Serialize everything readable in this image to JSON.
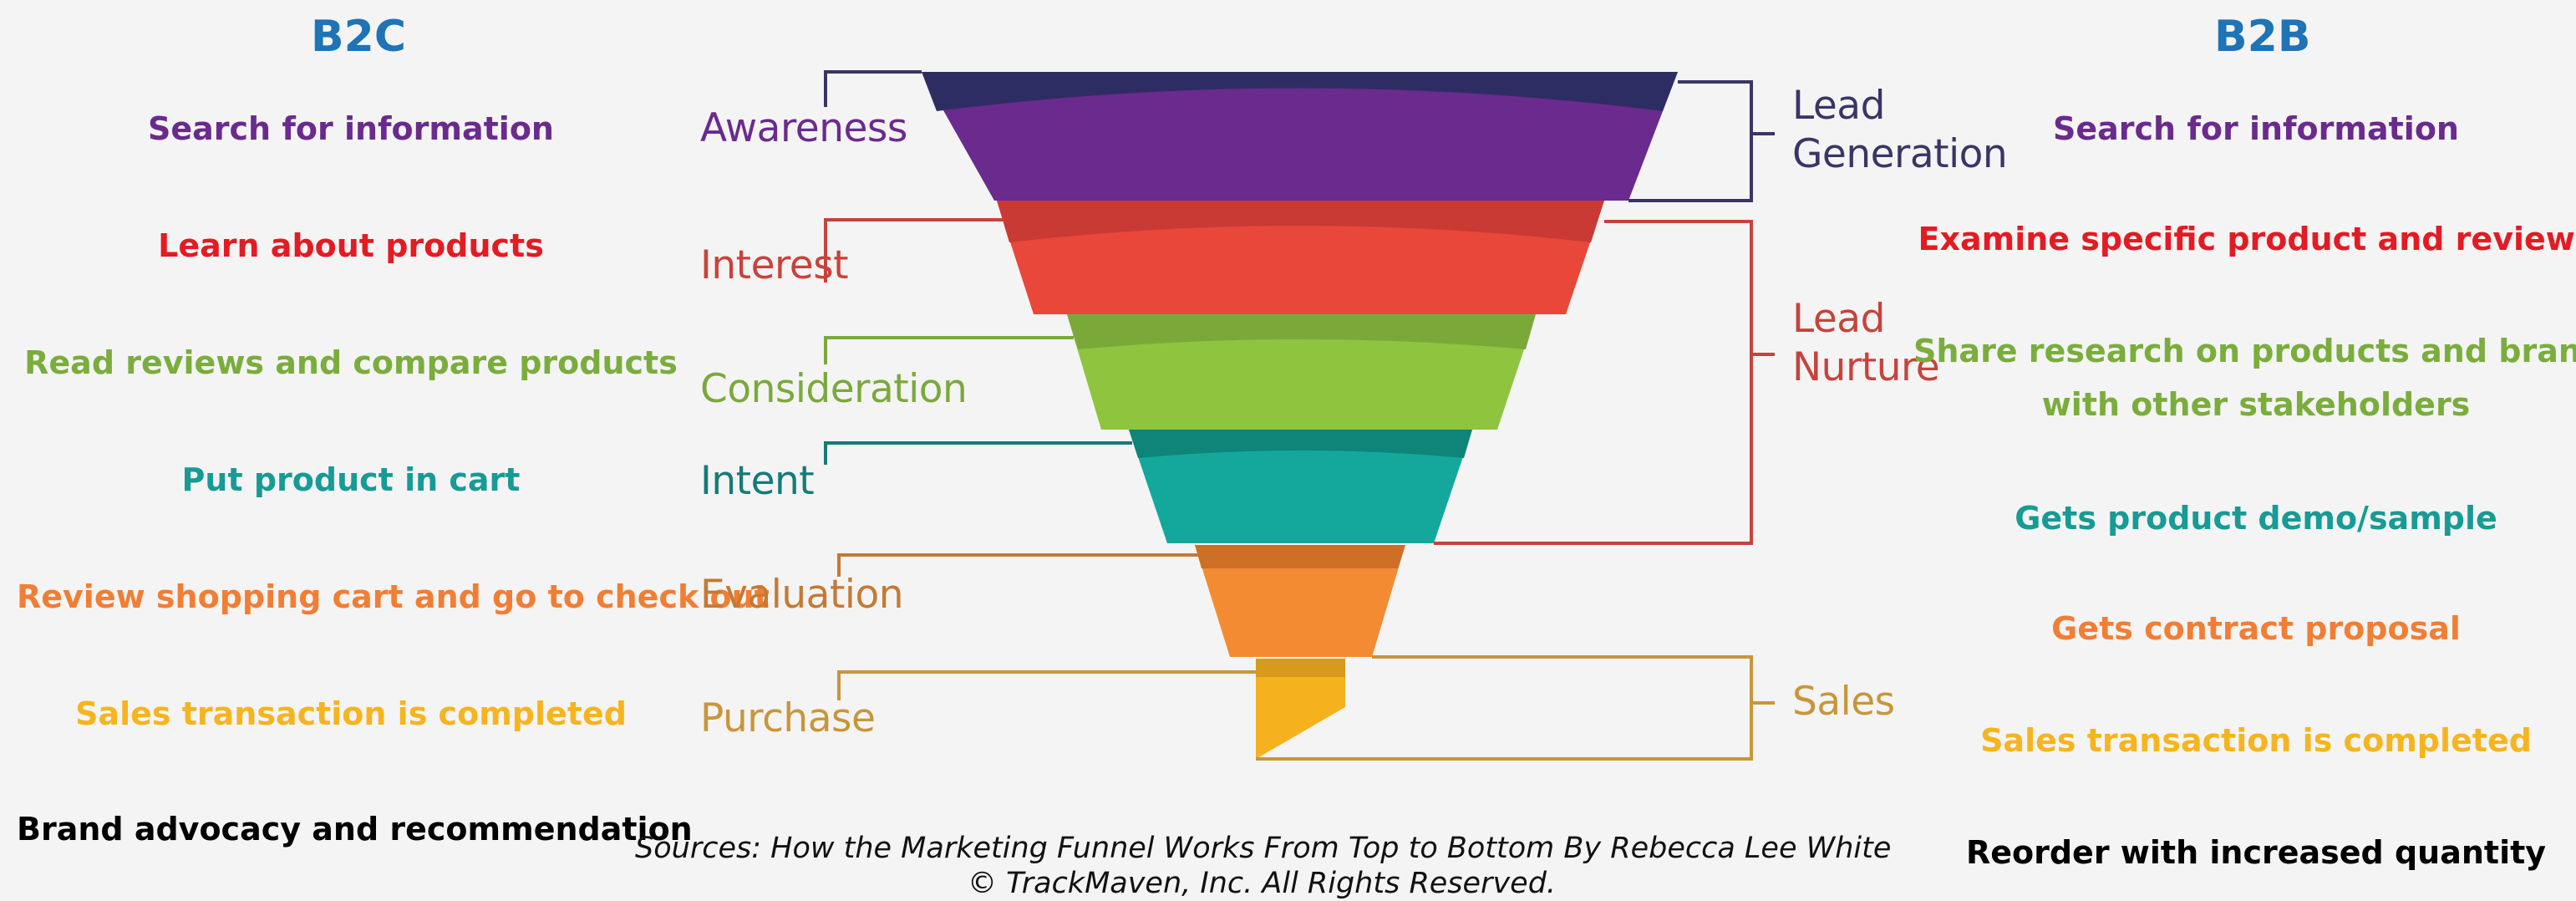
{
  "colors": {
    "title_blue": "#1f73b7",
    "awareness": "#6a2a8e",
    "interest": "#e8473a",
    "consideration": "#8fc43f",
    "intent": "#14a89c",
    "evaluation": "#f38b33",
    "purchase": "#f6b11f",
    "black": "#000000"
  },
  "b2c": {
    "title": "B2C",
    "items": [
      "Search for information",
      "Learn about products",
      "Read reviews and compare products",
      "Put product in cart",
      "Review shopping cart and go to check out",
      "Sales transaction is completed",
      "Brand advocacy and recommendation"
    ]
  },
  "b2b": {
    "title": "B2B",
    "items": [
      "Search for information",
      "Examine specific product and reviews",
      "Share research on products and brands",
      "with other stakeholders",
      "Gets product demo/sample",
      "Gets contract proposal",
      "Sales transaction is completed",
      "Reorder with increased quantity"
    ]
  },
  "stages": [
    "Awareness",
    "Interest",
    "Consideration",
    "Intent",
    "Evaluation",
    "Purchase"
  ],
  "groups": {
    "lead_generation": [
      "Lead",
      "Generation"
    ],
    "lead_nurture": [
      "Lead",
      "Nurture"
    ],
    "sales": "Sales"
  },
  "source": {
    "line1": "Sources: How the Marketing Funnel Works From Top to Bottom By Rebecca Lee White",
    "line2": "© TrackMaven, Inc. All Rights Reserved."
  }
}
